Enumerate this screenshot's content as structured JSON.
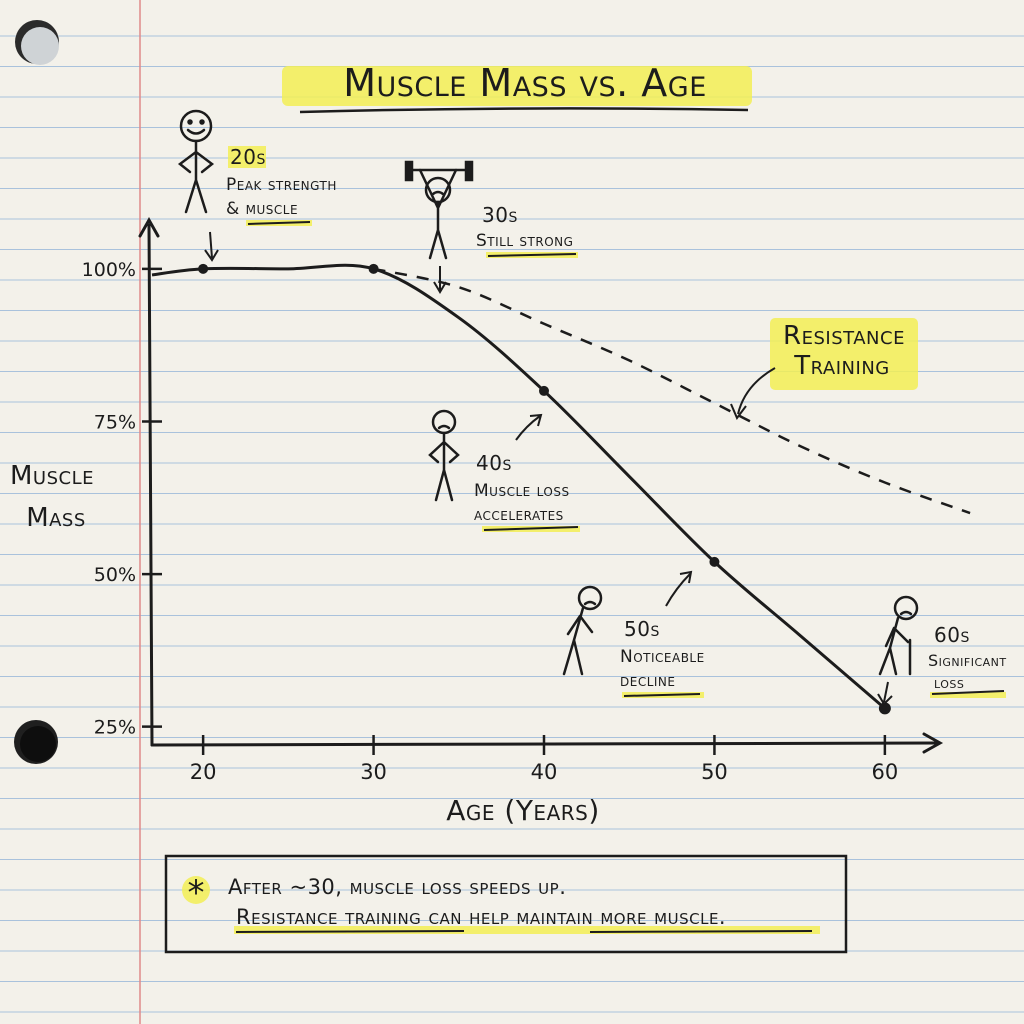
{
  "colors": {
    "paper": "#f3f1ea",
    "rule_line": "#a9c2dc",
    "margin_line": "#e08a8a",
    "ink": "#1c1c1c",
    "highlight": "#f2ee55"
  },
  "chart_data": {
    "type": "line",
    "title": "Muscle Mass vs. Age",
    "xlabel": "Age (Years)",
    "ylabel_line1": "Muscle",
    "ylabel_line2": "Mass",
    "x_ticks": [
      20,
      30,
      40,
      50,
      60
    ],
    "x_tick_labels": [
      "20",
      "30",
      "40",
      "50",
      "60"
    ],
    "y_ticks": [
      25,
      50,
      75,
      100
    ],
    "y_tick_labels": [
      "25%",
      "50%",
      "75%",
      "100%"
    ],
    "xlim": [
      17,
      63
    ],
    "ylim": [
      22,
      108
    ],
    "grid": false,
    "series": [
      {
        "style": "solid",
        "x": [
          17,
          20,
          25,
          30,
          35,
          40,
          45,
          50,
          55,
          60
        ],
        "y": [
          99,
          100,
          100,
          100,
          92,
          80,
          66,
          52,
          40,
          28
        ],
        "markers_x": [
          20,
          30,
          40,
          50,
          60
        ],
        "markers_y": [
          100,
          100,
          80,
          52,
          28
        ]
      },
      {
        "name": "Resistance Training",
        "style": "dashed",
        "x": [
          30,
          35,
          40,
          45,
          50,
          55,
          60,
          65
        ],
        "y": [
          100,
          97,
          91,
          85,
          78,
          71,
          65,
          60
        ]
      }
    ],
    "annotations": [
      {
        "id": "a20",
        "age": "20s",
        "line1": "Peak strength",
        "line2": "& muscle"
      },
      {
        "id": "a30",
        "age": "30s",
        "line1": "Still strong",
        "line2": ""
      },
      {
        "id": "a40",
        "age": "40s",
        "line1": "Muscle loss",
        "line2": "accelerates"
      },
      {
        "id": "a50",
        "age": "50s",
        "line1": "Noticeable",
        "line2": "decline"
      },
      {
        "id": "a60",
        "age": "60s",
        "line1": "Significant",
        "line2": "loss"
      }
    ],
    "resistance_label_line1": "Resistance",
    "resistance_label_line2": "Training"
  },
  "note": {
    "symbol": "*",
    "line1": "After ~30, muscle loss speeds up.",
    "line2": "Resistance training can help maintain more muscle."
  }
}
